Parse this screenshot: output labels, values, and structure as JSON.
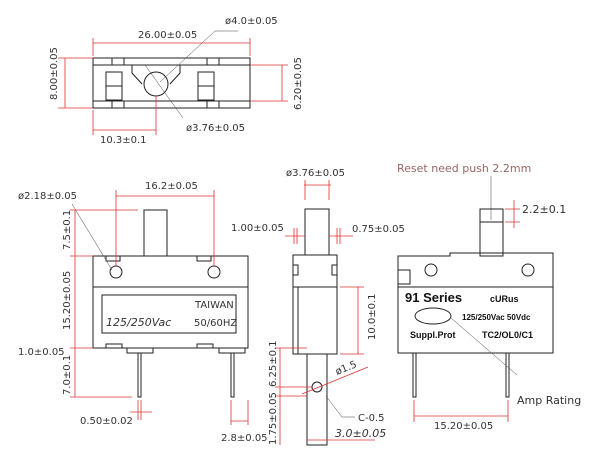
{
  "top_view": {
    "width_dim": "26.00±0.05",
    "hole_dia_outer": "ø4.0±0.05",
    "height_dim": "8.00±0.05",
    "inner_height_dim": "6.20±0.05",
    "hole_dia_inner": "ø3.76±0.05",
    "hole_offset": "10.3±0.1"
  },
  "front_view": {
    "hole_dia": "ø2.18±0.05",
    "hole_spacing": "16.2±0.05",
    "button_height": "7.5±0.1",
    "body_height": "15.20±0.05",
    "tab_height": "1.0±0.05",
    "pin_length": "7.0±0.1",
    "pin_thickness": "0.50±0.02",
    "pin_width": "2.8±0.05",
    "label_country": "TAIWAN",
    "label_voltage": "125/250Vac",
    "label_freq": "50/60HZ"
  },
  "side_view": {
    "button_dia": "ø3.76±0.05",
    "left_step": "1.00±0.05",
    "right_step": "0.75±0.05",
    "body_lower": "10.0±0.1",
    "hole_dia": "ø1.5",
    "hole_pos": "6.25±0.1",
    "hole_edge": "1.75±0.05",
    "chamfer": "C-0.5",
    "pin_width": "3.0±0.05"
  },
  "right_view": {
    "reset_note": "Reset need push 2.2mm",
    "travel": "2.2±0.1",
    "series": "91 Series",
    "cert_mark": "cURus",
    "rating": "125/250Vac 50Vdc",
    "suppl": "Suppl.Prot",
    "code": "TC2/OL0/C1",
    "amp_rating": "Amp Rating",
    "pin_spacing": "15.20±0.05"
  }
}
